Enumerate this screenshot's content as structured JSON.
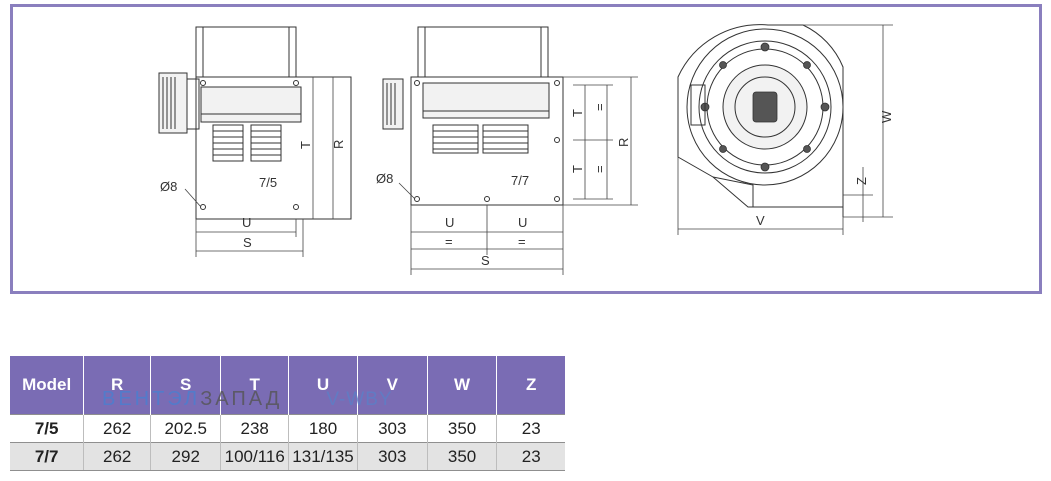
{
  "drawing": {
    "views": [
      {
        "id": "view-7-5",
        "variant_label": "7/5",
        "hole_label": "Ø8",
        "dim_labels": {
          "T": "T",
          "R": "R",
          "U": "U",
          "S": "S"
        }
      },
      {
        "id": "view-7-7",
        "variant_label": "7/7",
        "hole_label": "Ø8",
        "dim_labels": {
          "T1": "T",
          "T2": "T",
          "eq1": "=",
          "eq2": "=",
          "R": "R",
          "U1": "U",
          "U2": "U",
          "eq3": "=",
          "eq4": "=",
          "S": "S"
        }
      },
      {
        "id": "view-side",
        "dim_labels": {
          "W": "W",
          "Z": "Z",
          "V": "V"
        }
      }
    ],
    "colors": {
      "frame": "#8a7fbe",
      "header": "#7a6cb4"
    }
  },
  "table": {
    "headers": [
      "Model",
      "R",
      "S",
      "T",
      "U",
      "V",
      "W",
      "Z"
    ],
    "rows": [
      [
        "7/5",
        "262",
        "202.5",
        "238",
        "180",
        "303",
        "350",
        "23"
      ],
      [
        "7/7",
        "262",
        "292",
        "100/116",
        "131/135",
        "303",
        "350",
        "23"
      ]
    ]
  },
  "watermark": {
    "part1": "ВЕНТЭЛ",
    "part2": "ЗАПАД",
    "part3": "V-WBY"
  }
}
